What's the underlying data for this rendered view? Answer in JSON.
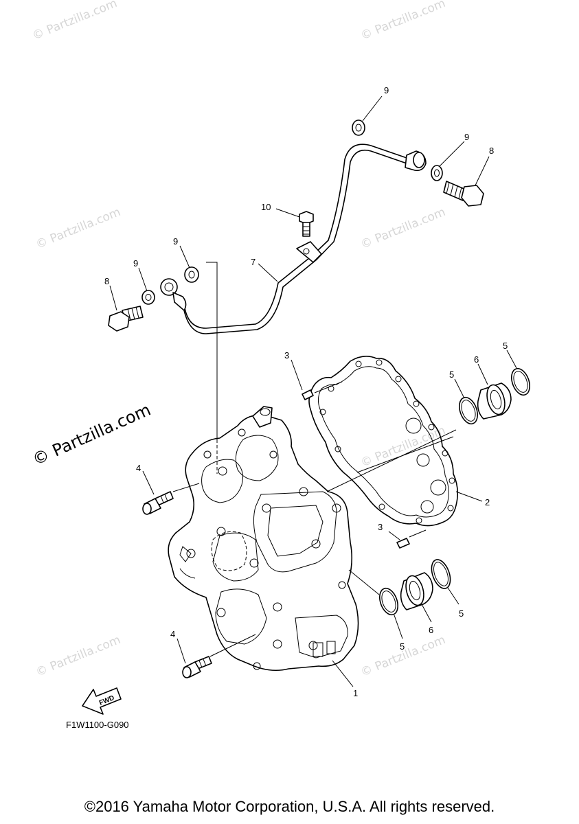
{
  "watermark": {
    "small_text": "© Partzilla.com",
    "large_text": "© Partzilla.com"
  },
  "callouts": {
    "c1": "1",
    "c2": "2",
    "c3a": "3",
    "c3b": "3",
    "c4a": "4",
    "c4b": "4",
    "c5a": "5",
    "c5b": "5",
    "c5c": "5",
    "c5d": "5",
    "c6a": "6",
    "c6b": "6",
    "c7": "7",
    "c8a": "8",
    "c8b": "8",
    "c9a": "9",
    "c9b": "9",
    "c9c": "9",
    "c9d": "9",
    "c10": "10"
  },
  "fwd_label": "FWD",
  "diagram_code": "F1W1100-G090",
  "copyright": "©2016 Yamaha Motor Corporation, U.S.A. All rights reserved.",
  "colors": {
    "line": "#000000",
    "watermark": "#d6d6d6",
    "background": "#ffffff"
  }
}
